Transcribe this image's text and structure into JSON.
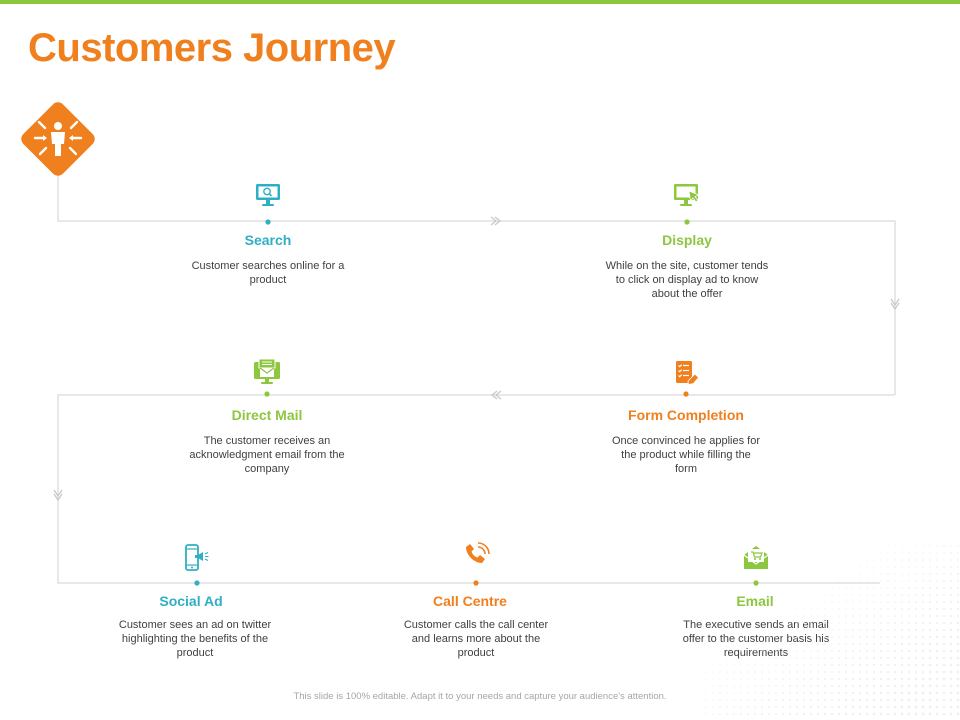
{
  "title": "Customers Journey",
  "colors": {
    "orange": "#f07f1e",
    "green": "#8dc63f",
    "teal": "#2fafc4",
    "line": "#d9d9d9",
    "text": "#404040"
  },
  "badge_icon": "people-convergence-icon",
  "steps": [
    {
      "label": "Search",
      "icon": "computer-search-icon",
      "color": "#2fafc4",
      "description": "Customer searches online for a product"
    },
    {
      "label": "Display",
      "icon": "monitor-click-icon",
      "color": "#8dc63f",
      "description": "While on the site, customer tends to click on display ad to know about the offer"
    },
    {
      "label": "Form Completion",
      "icon": "form-checklist-icon",
      "color": "#f07f1e",
      "description": "Once convinced he applies for the product while filling the form"
    },
    {
      "label": "Direct Mail",
      "icon": "computer-mail-icon",
      "color": "#8dc63f",
      "description": "The customer receives an acknowledgment email from the company"
    },
    {
      "label": "Social Ad",
      "icon": "phone-megaphone-icon",
      "color": "#2fafc4",
      "description": "Customer sees an ad on twitter highlighting the benefits of the product"
    },
    {
      "label": "Call Centre",
      "icon": "phone-call-icon",
      "color": "#f07f1e",
      "description": "Customer calls the call center and learns more about the product"
    },
    {
      "label": "Email",
      "icon": "envelope-cart-icon",
      "color": "#8dc63f",
      "description": "The executive sends an email offer to the customer basis his requirements"
    }
  ],
  "footer": "This slide is 100% editable. Adapt it to your needs and capture your audience's attention."
}
